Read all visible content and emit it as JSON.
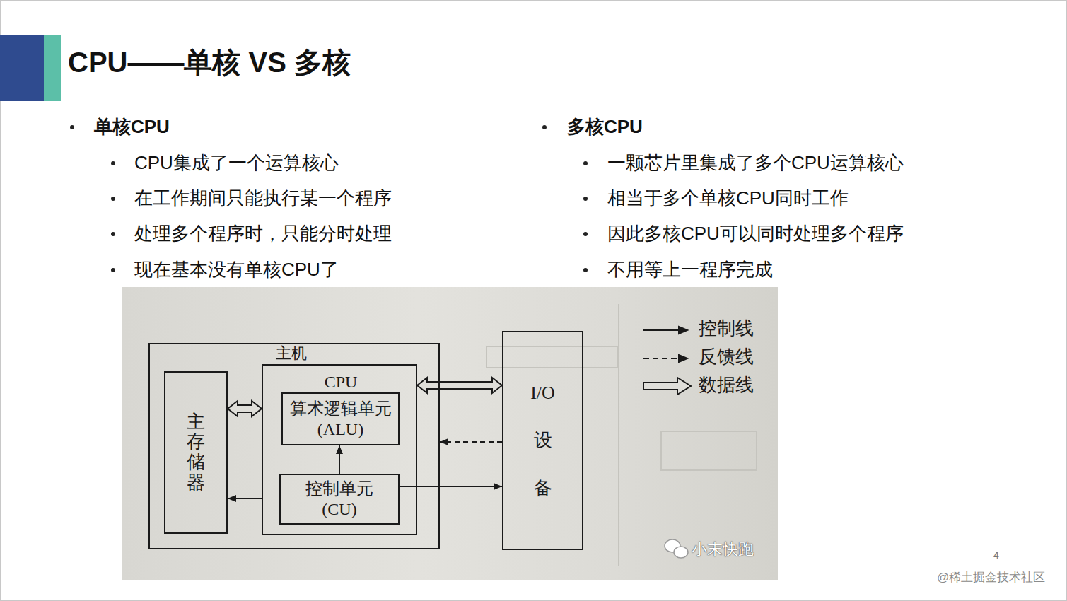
{
  "diagram": {
    "title": "CPU——单核 VS 多核",
    "nodes": [
      {
        "text": [
          "主机"
        ]
      },
      {
        "text": [
          "主存储器"
        ],
        "in": 0
      },
      {
        "text": [
          "CPU"
        ],
        "in": 0
      },
      {
        "text": [
          "算术逻辑单元 (ALU)"
        ],
        "in": 2
      },
      {
        "text": [
          "控制单元 (CU)"
        ],
        "in": 2
      },
      {
        "text": [
          "I/O 设备"
        ]
      }
    ],
    "edges": [
      {
        "from": 1,
        "to": 2,
        "arrow": "both"
      },
      {
        "from": 2,
        "to": 5,
        "arrow": "both"
      },
      {
        "from": 4,
        "to": 3,
        "arrow": "to"
      },
      {
        "from": 2,
        "to": 1,
        "arrow": "to"
      },
      {
        "from": 4,
        "to": 5,
        "arrow": "to"
      },
      {
        "from": 5,
        "to": 0,
        "arrow": "to"
      }
    ],
    "labels": [
      "单核CPU",
      "CPU集成了一个运算核心",
      "在工作期间只能执行某一个程序",
      "处理多个程序时，只能分时处理",
      "现在基本没有单核CPU了",
      "多核CPU",
      "一颗芯片里集成了多个CPU运算核心",
      "相当于多个单核CPU同时工作",
      "因此多核CPU可以同时处理多个程序",
      "不用等上一程序完成",
      "小末快跑",
      "4",
      "@稀土掘金技术社区"
    ],
    "legend": [
      {
        "text": "控制线"
      },
      {
        "text": "反馈线"
      },
      {
        "text": "数据线"
      }
    ]
  }
}
